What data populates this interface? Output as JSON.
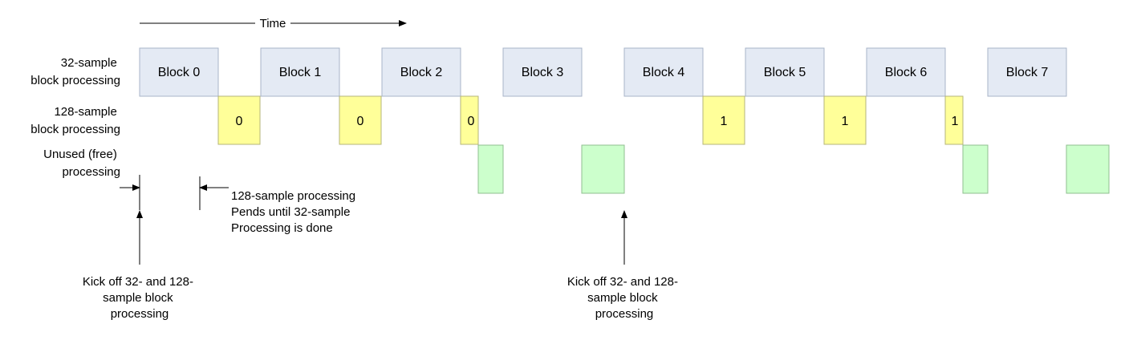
{
  "time_label": "Time",
  "row_labels": {
    "row32": [
      "32-sample",
      "block processing"
    ],
    "row128": [
      "128-sample",
      "block processing"
    ],
    "unused": [
      "Unused (free)",
      "processing"
    ]
  },
  "blocks32": [
    {
      "label": "Block 0"
    },
    {
      "label": "Block 1"
    },
    {
      "label": "Block 2"
    },
    {
      "label": "Block 3"
    },
    {
      "label": "Block 4"
    },
    {
      "label": "Block 5"
    },
    {
      "label": "Block 6"
    },
    {
      "label": "Block 7"
    }
  ],
  "blocks128": [
    {
      "label": "0"
    },
    {
      "label": "0"
    },
    {
      "label": "0"
    },
    {
      "label": "1"
    },
    {
      "label": "1"
    },
    {
      "label": "1"
    }
  ],
  "unused_blocks": [
    {},
    {},
    {},
    {}
  ],
  "annotations": {
    "pends": [
      "128-sample processing",
      "Pends until 32-sample",
      "Processing is done"
    ],
    "kickoff_left": [
      "Kick off 32- and 128-",
      "sample block",
      "processing"
    ],
    "kickoff_mid": [
      "Kick off 32- and 128-",
      "sample block",
      "processing"
    ]
  },
  "colors": {
    "block32_fill": "#e4eaf4",
    "block32_stroke": "#a9b4c8",
    "block128_fill": "#ffff99",
    "block128_stroke": "#b5b57a",
    "unused_fill": "#ccffcc",
    "unused_stroke": "#8fbf8f",
    "line": "#000000"
  }
}
